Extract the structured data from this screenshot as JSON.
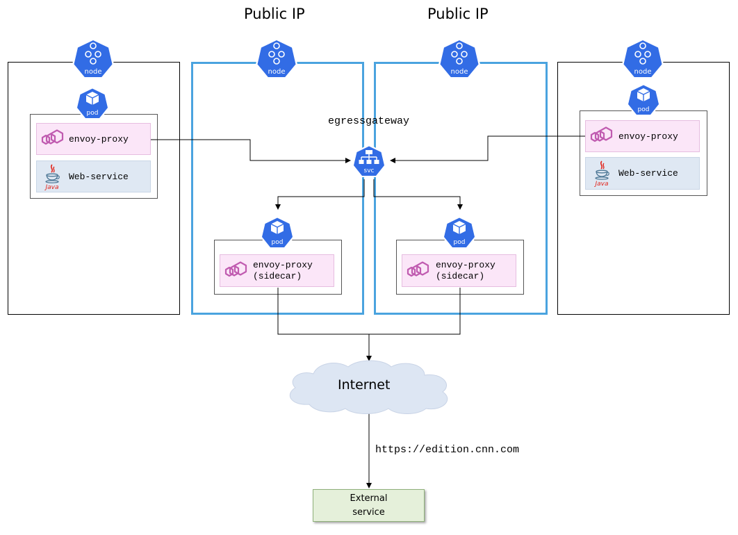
{
  "public_ip_labels": [
    "Public IP",
    "Public IP"
  ],
  "egress_gateway_label": "egressgateway",
  "icon_captions": {
    "node": "node",
    "pod": "pod",
    "svc": "svc",
    "java": "Java"
  },
  "left_pod": {
    "envoy_label": "envoy-proxy",
    "web_label": "Web-service"
  },
  "right_pod": {
    "envoy_label": "envoy-proxy",
    "web_label": "Web-service"
  },
  "gateway_pods": [
    {
      "line1": "envoy-proxy",
      "line2": "(sidecar)"
    },
    {
      "line1": "envoy-proxy",
      "line2": "(sidecar)"
    }
  ],
  "internet_label": "Internet",
  "url_label": "https://edition.cnn.com",
  "external_service": {
    "line1": "External",
    "line2": "service"
  },
  "colors": {
    "k8s_blue": "#326ce5",
    "gateway_border": "#4aa3df",
    "envoy_bg": "#fbe6f8",
    "web_bg": "#dfe8f3",
    "external_bg": "#e5f0da",
    "cloud": "#dde6f3",
    "envoy_logo": "#c05bb0",
    "java_red": "#e2231a"
  }
}
